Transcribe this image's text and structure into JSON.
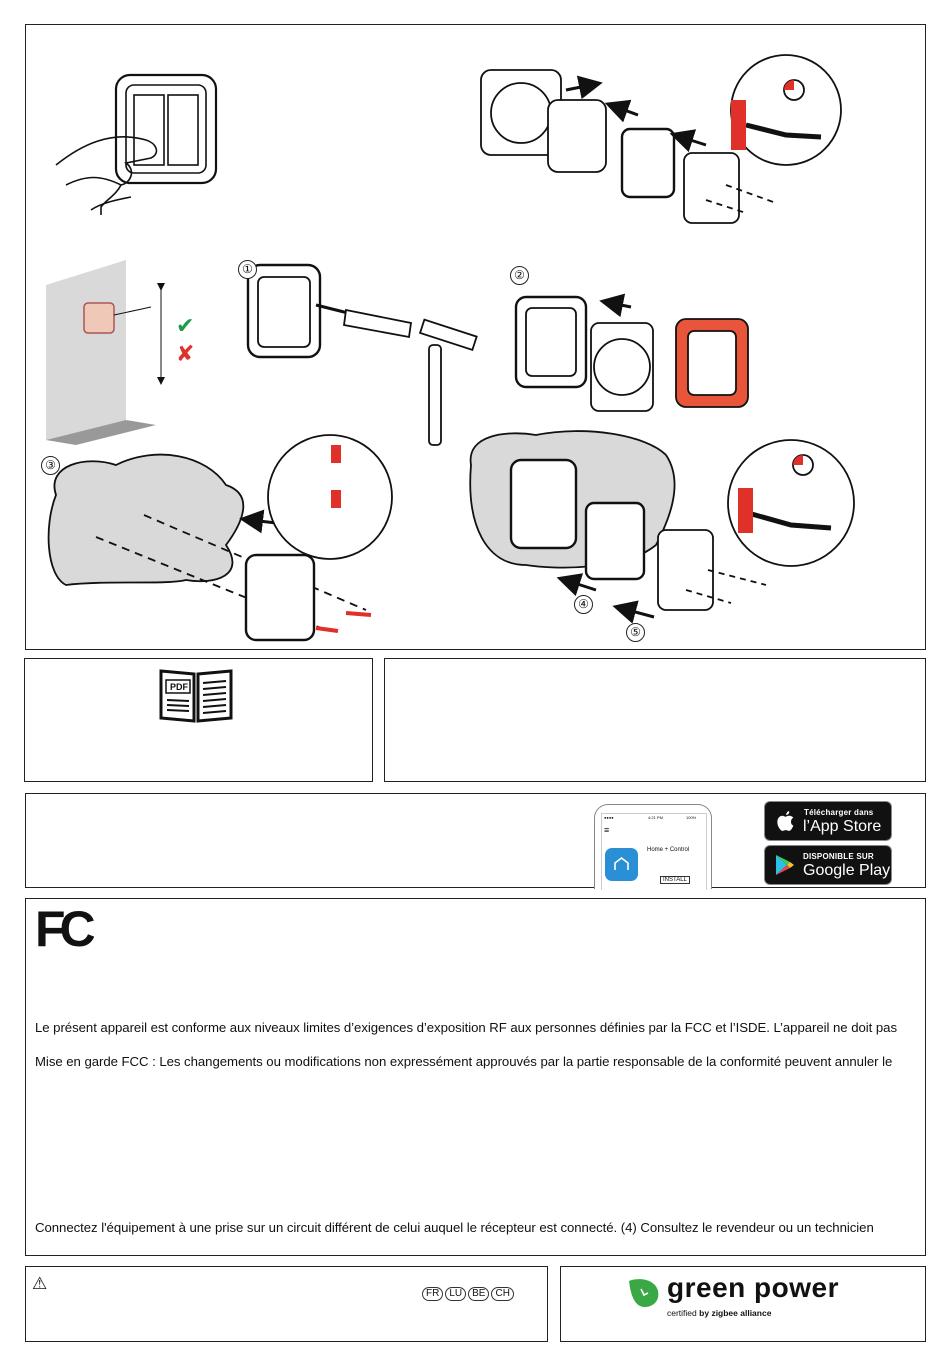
{
  "step_numbers": [
    "①",
    "②",
    "③",
    "④",
    "⑤"
  ],
  "pdf_icon_label": "PDF",
  "app": {
    "phone_title": "Home + Control",
    "install_label": "INSTALL",
    "phone_time": "4:21 PM",
    "phone_pct": "100%",
    "appstore_small": "Télécharger dans",
    "appstore_big": "l’App Store",
    "googleplay_small": "DISPONIBLE SUR",
    "googleplay_big": "Google Play"
  },
  "fcc": {
    "logo_text": "FC",
    "line1": "Le présent appareil est conforme aux niveaux limites d’exigences d’exposition RF aux personnes définies par la FCC et l’ISDE. L’appareil ne doit pas",
    "line2": "Mise en garde FCC : Les changements ou modifications non expressément approuvés par la partie responsable de la conformité peuvent annuler le",
    "line3": "Connectez l'équipement à une prise sur un circuit différent de celui auquel le récepteur est connecté. (4) Consultez le revendeur ou un technicien"
  },
  "warning": {
    "symbol": "⚠",
    "countries": [
      "FR",
      "LU",
      "BE",
      "CH"
    ]
  },
  "green_power": {
    "title": "green power",
    "certified": "certified",
    "by": "by",
    "alliance": "zigbee alliance"
  },
  "colors": {
    "check": "#1f9a4a",
    "cross": "#e0302a",
    "accent_red": "#e8553a",
    "wall_gray": "#d9d9d9",
    "appicon_blue": "#2b8fd6",
    "gp_green": "#3aa845"
  }
}
